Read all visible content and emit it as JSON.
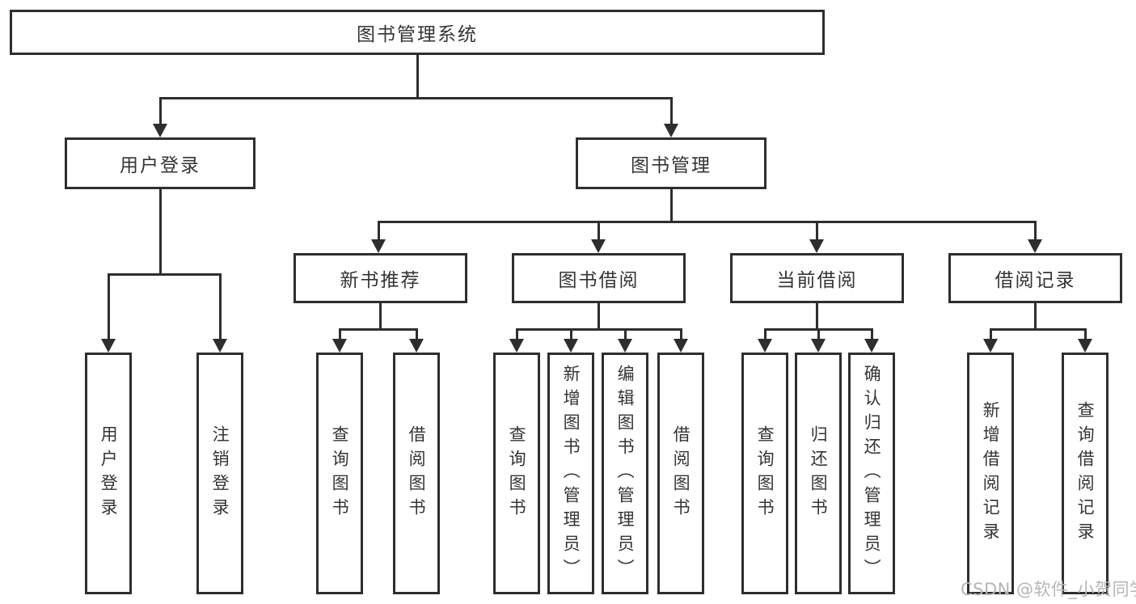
{
  "diagram": {
    "type": "hierarchy-tree",
    "title": "图书管理系统",
    "colors": {
      "line": "#2e2e2e",
      "text": "#343434",
      "background": "#ffffff",
      "watermark": "#b5b5b5"
    },
    "tree": {
      "label": "图书管理系统",
      "children": [
        {
          "label": "用户登录",
          "children": [
            {
              "label": "用户登录"
            },
            {
              "label": "注销登录"
            }
          ]
        },
        {
          "label": "图书管理",
          "children": [
            {
              "label": "新书推荐",
              "children": [
                {
                  "label": "查询图书"
                },
                {
                  "label": "借阅图书"
                }
              ]
            },
            {
              "label": "图书借阅",
              "children": [
                {
                  "label": "查询图书"
                },
                {
                  "label": "新增图书（管理员）"
                },
                {
                  "label": "编辑图书（管理员）"
                },
                {
                  "label": "借阅图书"
                }
              ]
            },
            {
              "label": "当前借阅",
              "children": [
                {
                  "label": "查询图书"
                },
                {
                  "label": "归还图书"
                },
                {
                  "label": "确认归还（管理员）"
                }
              ]
            },
            {
              "label": "借阅记录",
              "children": [
                {
                  "label": "新增借阅记录"
                },
                {
                  "label": "查询借阅记录"
                }
              ]
            }
          ]
        }
      ]
    },
    "watermark": "CSDN @软件_小贺同学"
  }
}
